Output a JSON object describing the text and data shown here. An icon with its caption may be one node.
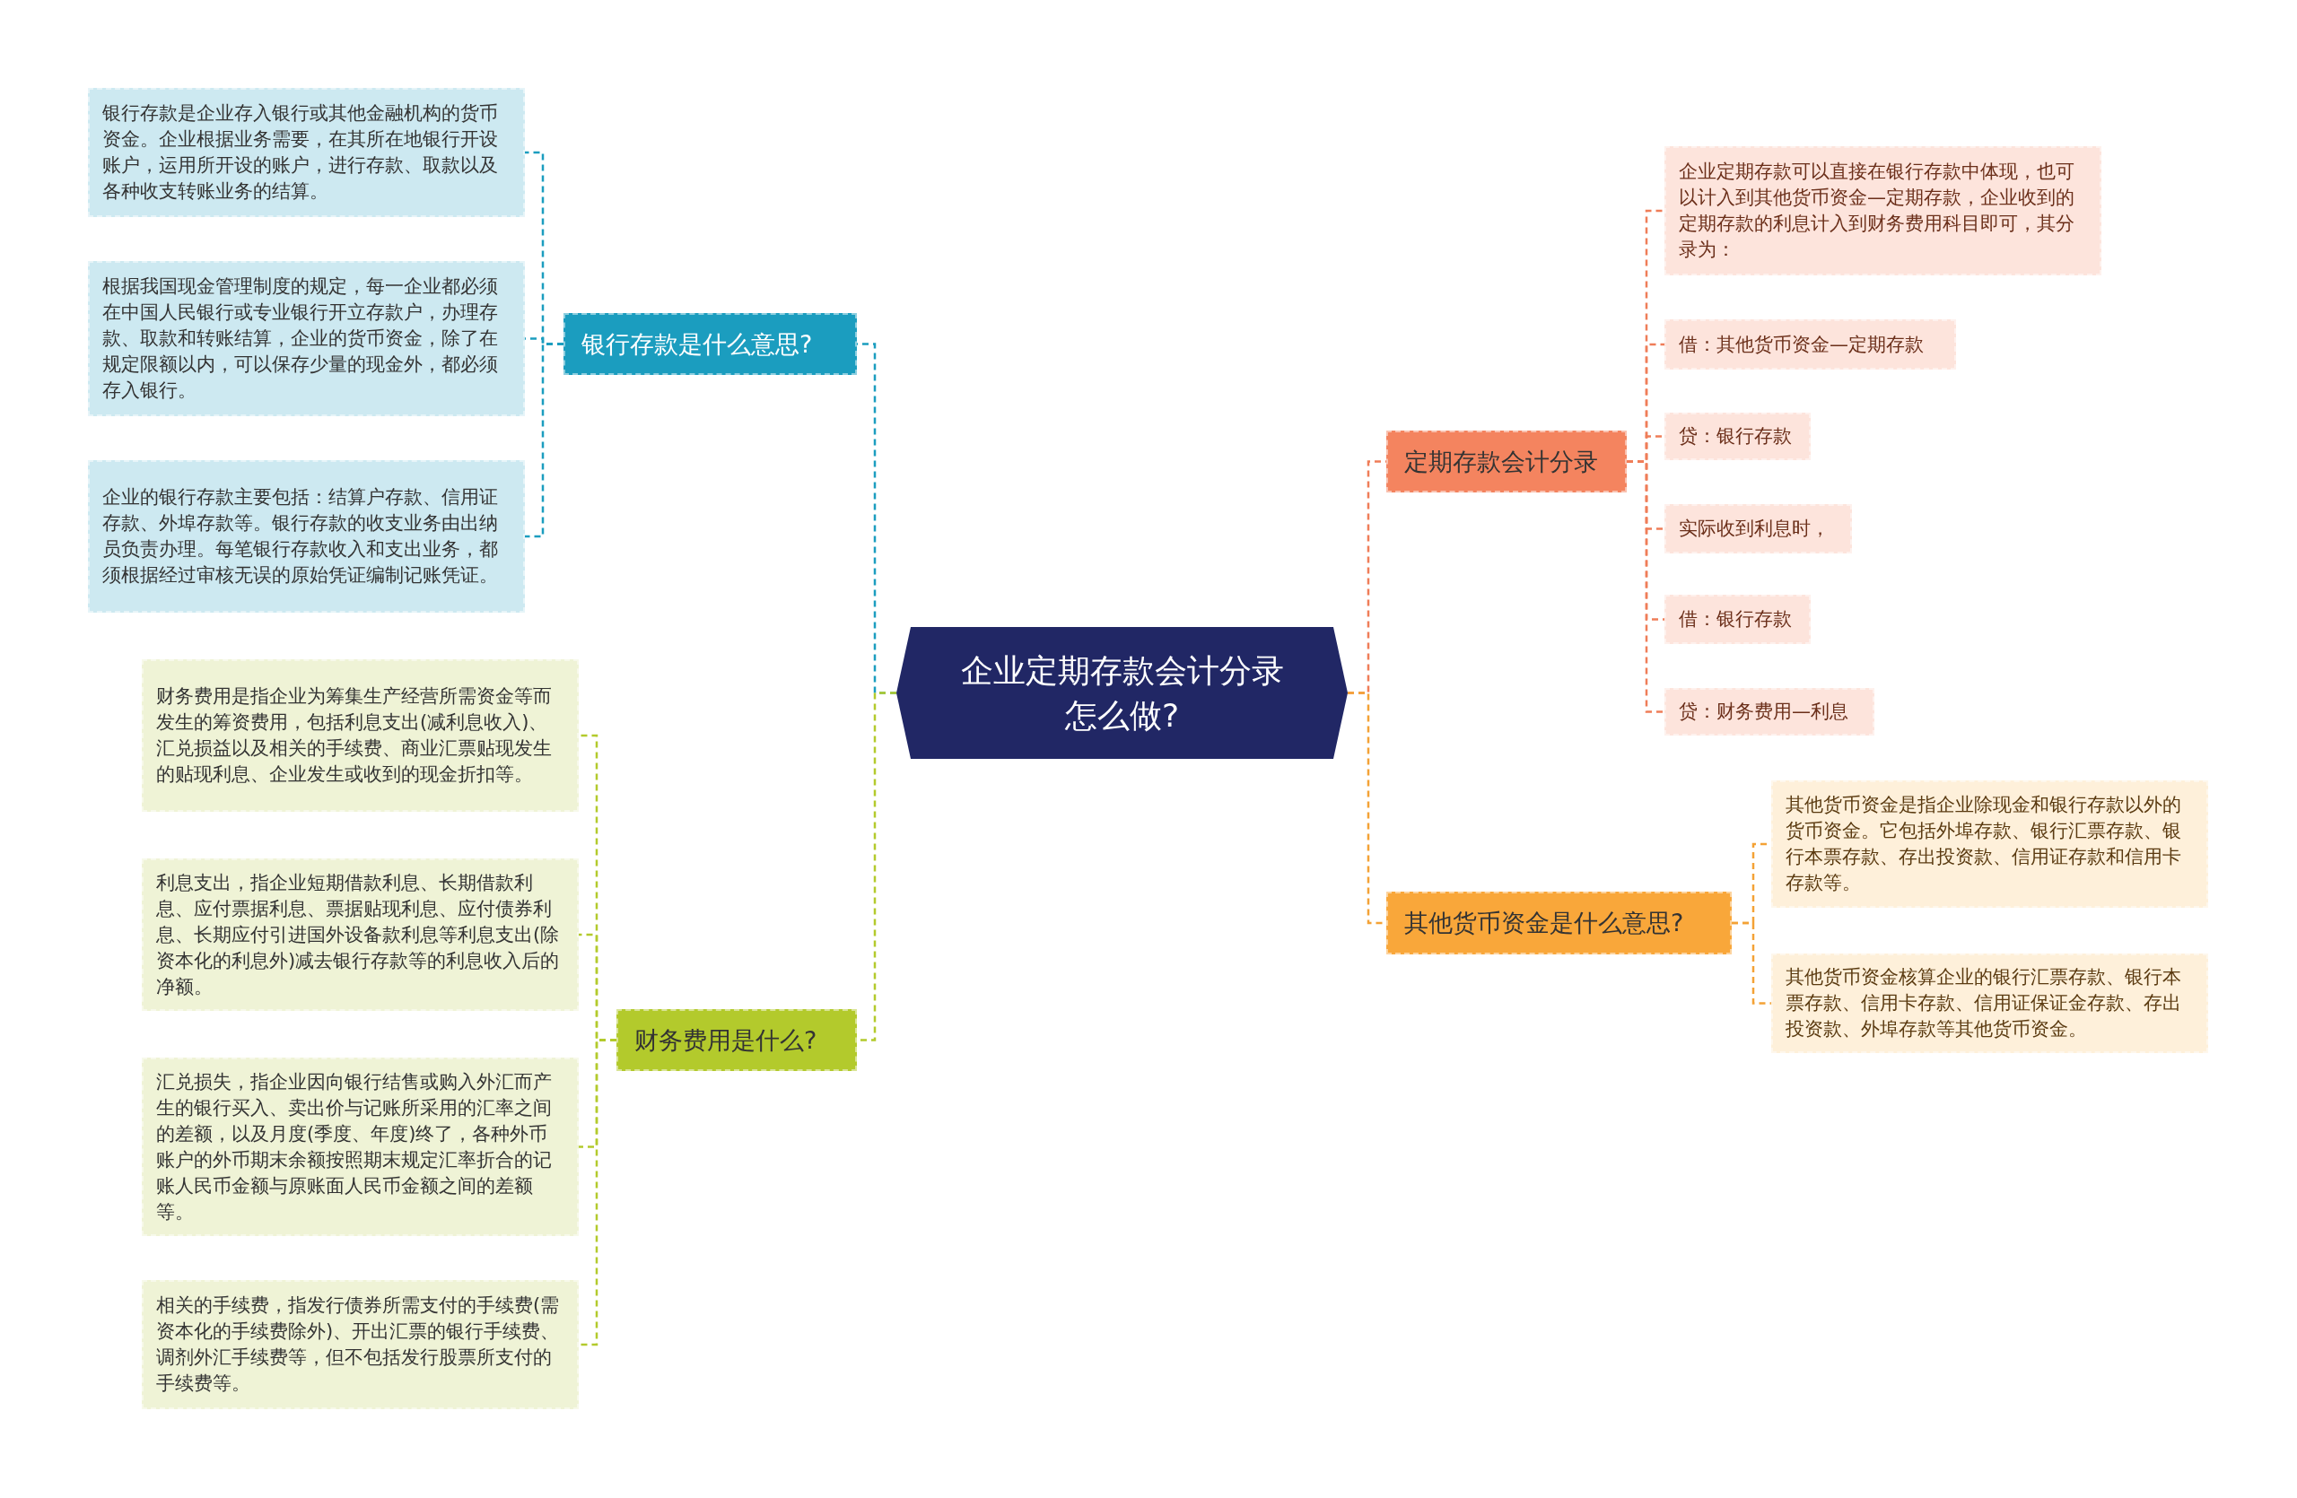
{
  "diagram": {
    "nodes": [
      {
        "text": [
          "企业定期存款会计分录怎么做?"
        ]
      },
      {
        "text": [
          "银行存款是什么意思?"
        ]
      },
      {
        "text": [
          "银行存款是企业存入银行或其他金融机构的货币资金。企业根据业务需要，在其所在地银行开设账户，运用所开设的账户，进行存款、取款以及各种收支转账业务的结算。"
        ]
      },
      {
        "text": [
          "根据我国现金管理制度的规定，每一企业都必须在中国人民银行或专业银行开立存款户，办理存款、取款和转账结算，企业的货币资金，除了在规定限额以内，可以保存少量的现金外，都必须存入银行。"
        ]
      },
      {
        "text": [
          "企业的银行存款主要包括：结算户存款、信用证存款、外埠存款等。银行存款的收支业务由出纳员负责办理。每笔银行存款收入和支出业务，都须根据经过审核无误的原始凭证编制记账凭证。"
        ]
      },
      {
        "text": [
          "财务费用是什么?"
        ]
      },
      {
        "text": [
          "财务费用是指企业为筹集生产经营所需资金等而发生的筹资费用，包括利息支出(减利息收入)、汇兑损益以及相关的手续费、商业汇票贴现发生的贴现利息、企业发生或收到的现金折扣等。"
        ]
      },
      {
        "text": [
          "利息支出，指企业短期借款利息、长期借款利息、应付票据利息、票据贴现利息、应付债券利息、长期应付引进国外设备款利息等利息支出(除资本化的利息外)减去银行存款等的利息收入后的净额。"
        ]
      },
      {
        "text": [
          "汇兑损失，指企业因向银行结售或购入外汇而产生的银行买入、卖出价与记账所采用的汇率之间的差额，以及月度(季度、年度)终了，各种外币账户的外币期末余额按照期末规定汇率折合的记账人民币金额与原账面人民币金额之间的差额等。"
        ]
      },
      {
        "text": [
          "相关的手续费，指发行债券所需支付的手续费(需资本化的手续费除外)、开出汇票的银行手续费、调剂外汇手续费等，但不包括发行股票所支付的手续费等。"
        ]
      },
      {
        "text": [
          "定期存款会计分录"
        ]
      },
      {
        "text": [
          "企业定期存款可以直接在银行存款中体现，也可以计入到其他货币资金—定期存款，企业收到的定期存款的利息计入到财务费用科目即可，其分录为："
        ]
      },
      {
        "text": [
          "借：其他货币资金—定期存款"
        ]
      },
      {
        "text": [
          "贷：银行存款"
        ]
      },
      {
        "text": [
          "实际收到利息时，"
        ]
      },
      {
        "text": [
          "借：银行存款"
        ]
      },
      {
        "text": [
          "贷：财务费用—利息"
        ]
      },
      {
        "text": [
          "其他货币资金是什么意思?"
        ]
      },
      {
        "text": [
          "其他货币资金是指企业除现金和银行存款以外的货币资金。它包括外埠存款、银行汇票存款、银行本票存款、存出投资款、信用证存款和信用卡存款等。"
        ]
      },
      {
        "text": [
          "其他货币资金核算企业的银行汇票存款、银行本票存款、信用卡存款、信用证保证金存款、存出投资款、外埠存款等其他货币资金。"
        ]
      }
    ],
    "edges": [
      {
        "from": 0,
        "to": 1,
        "arrow": "none",
        "style": "dashed",
        "color": "#1b9dbf"
      },
      {
        "from": 1,
        "to": 2,
        "arrow": "none",
        "style": "dashed",
        "color": "#1b9dbf"
      },
      {
        "from": 1,
        "to": 3,
        "arrow": "none",
        "style": "dashed",
        "color": "#1b9dbf"
      },
      {
        "from": 1,
        "to": 4,
        "arrow": "none",
        "style": "dashed",
        "color": "#1b9dbf"
      },
      {
        "from": 0,
        "to": 5,
        "arrow": "none",
        "style": "dashed",
        "color": "#b3ca2c"
      },
      {
        "from": 5,
        "to": 6,
        "arrow": "none",
        "style": "dashed",
        "color": "#b3ca2c"
      },
      {
        "from": 5,
        "to": 7,
        "arrow": "none",
        "style": "dashed",
        "color": "#b3ca2c"
      },
      {
        "from": 5,
        "to": 8,
        "arrow": "none",
        "style": "dashed",
        "color": "#b3ca2c"
      },
      {
        "from": 5,
        "to": 9,
        "arrow": "none",
        "style": "dashed",
        "color": "#b3ca2c"
      },
      {
        "from": 0,
        "to": 10,
        "arrow": "none",
        "style": "dashed",
        "color": "#ef7d58"
      },
      {
        "from": 10,
        "to": 11,
        "arrow": "none",
        "style": "dashed",
        "color": "#ef7d58"
      },
      {
        "from": 10,
        "to": 12,
        "arrow": "none",
        "style": "dashed",
        "color": "#ef7d58"
      },
      {
        "from": 10,
        "to": 13,
        "arrow": "none",
        "style": "dashed",
        "color": "#ef7d58"
      },
      {
        "from": 10,
        "to": 14,
        "arrow": "none",
        "style": "dashed",
        "color": "#ef7d58"
      },
      {
        "from": 10,
        "to": 15,
        "arrow": "none",
        "style": "dashed",
        "color": "#ef7d58"
      },
      {
        "from": 10,
        "to": 16,
        "arrow": "none",
        "style": "dashed",
        "color": "#ef7d58"
      },
      {
        "from": 0,
        "to": 17,
        "arrow": "none",
        "style": "dashed",
        "color": "#f4a236"
      },
      {
        "from": 17,
        "to": 18,
        "arrow": "none",
        "style": "dashed",
        "color": "#f4a236"
      },
      {
        "from": 17,
        "to": 19,
        "arrow": "none",
        "style": "dashed",
        "color": "#f4a236"
      }
    ]
  }
}
